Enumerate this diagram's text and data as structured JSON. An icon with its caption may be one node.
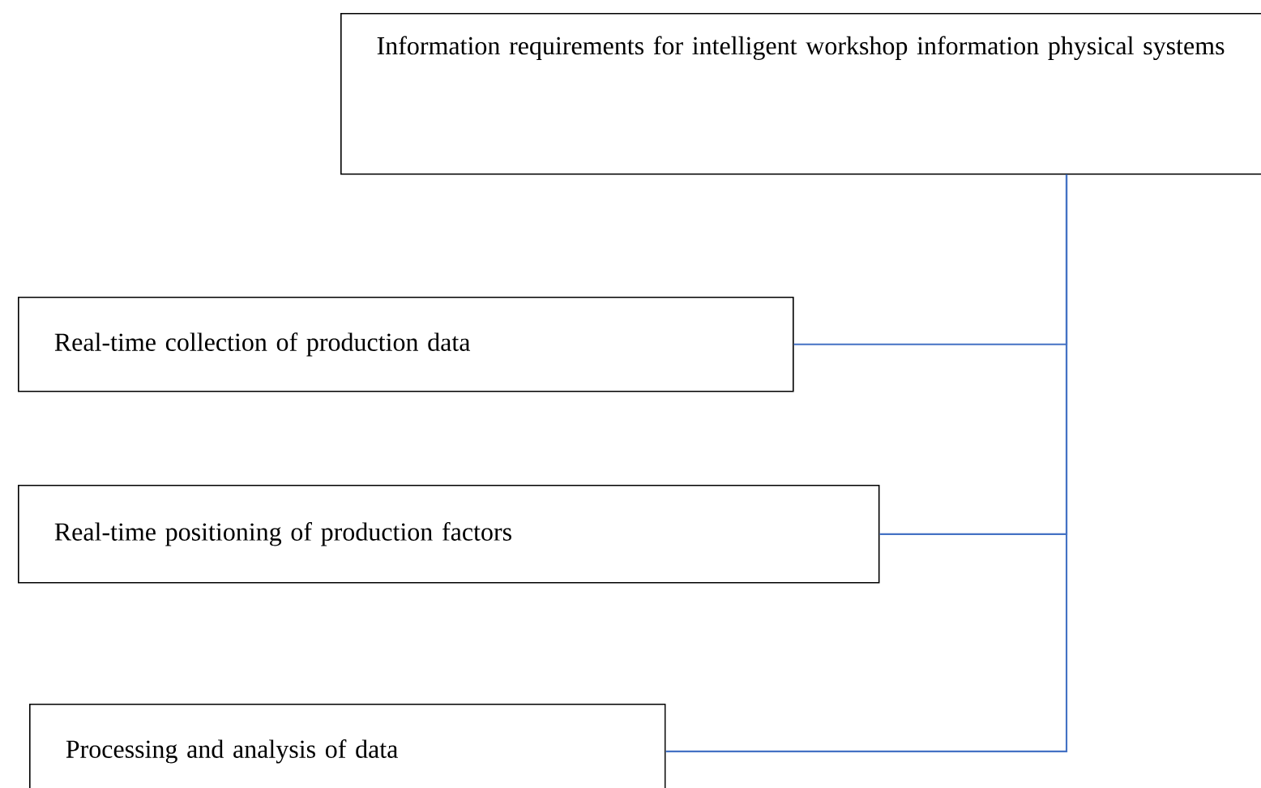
{
  "diagram": {
    "nodes": [
      {
        "text": [
          "Information requirements for intelligent workshop information physical systems"
        ]
      },
      {
        "text": [
          "Real-time collection of production data"
        ]
      },
      {
        "text": [
          "Real-time positioning of production factors"
        ]
      },
      {
        "text": [
          "Processing and analysis of data"
        ]
      }
    ],
    "edges": [
      {
        "from": 0,
        "to": 1,
        "arrow": "none"
      },
      {
        "from": 0,
        "to": 2,
        "arrow": "none"
      },
      {
        "from": 0,
        "to": 3,
        "arrow": "none"
      }
    ]
  }
}
